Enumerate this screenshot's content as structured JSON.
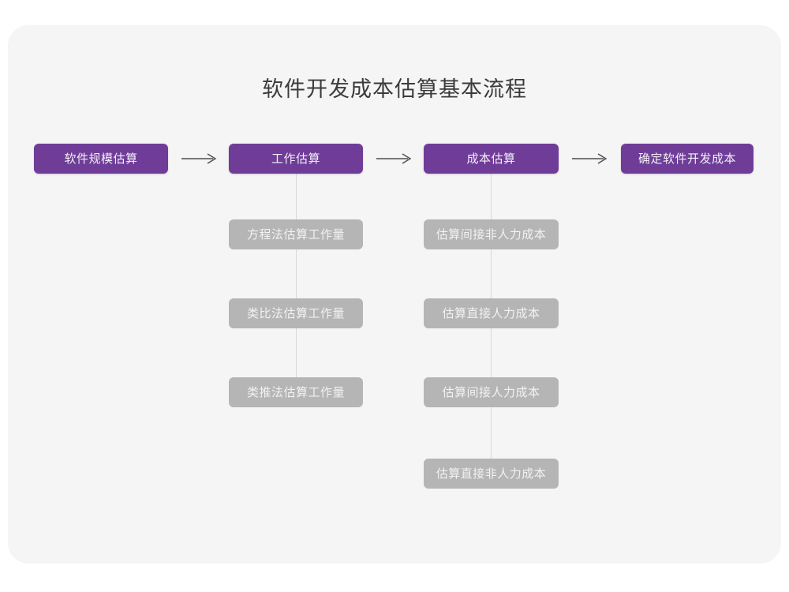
{
  "page": {
    "title": "软件开发成本估算基本流程",
    "background_color": "#ffffff",
    "card_color": "#f5f5f6",
    "primary_color": "#6f3d98",
    "secondary_color": "#b5b5b5"
  },
  "flow": {
    "main_steps": [
      {
        "label": "软件规模估算"
      },
      {
        "label": "工作估算"
      },
      {
        "label": "成本估算"
      },
      {
        "label": "确定软件开发成本"
      }
    ],
    "arrows": [
      {
        "glyph": "⟶"
      },
      {
        "glyph": "⟶"
      },
      {
        "glyph": "⟶"
      }
    ],
    "branches": [
      {
        "parent": "工作估算",
        "items": [
          {
            "label": "方程法估算工作量"
          },
          {
            "label": "类比法估算工作量"
          },
          {
            "label": "类推法估算工作量"
          }
        ]
      },
      {
        "parent": "成本估算",
        "items": [
          {
            "label": "估算间接非人力成本"
          },
          {
            "label": "估算直接人力成本"
          },
          {
            "label": "估算间接人力成本"
          },
          {
            "label": "估算直接非人力成本"
          }
        ]
      }
    ]
  }
}
